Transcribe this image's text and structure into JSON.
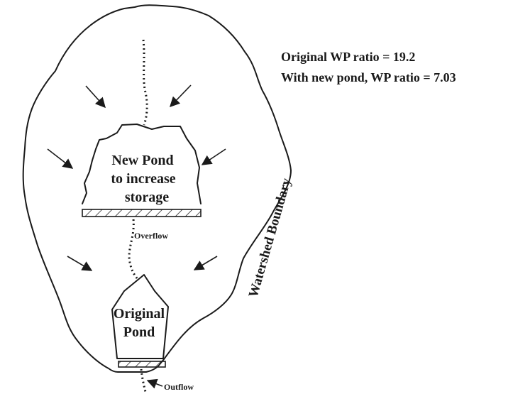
{
  "stats": {
    "original_ratio": "Original WP ratio = 19.2",
    "new_ratio": "With new pond, WP ratio = 7.03"
  },
  "new_pond": {
    "line1": "New Pond",
    "line2": "to increase",
    "line3": "storage"
  },
  "original_pond": {
    "line1": "Original",
    "line2": "Pond"
  },
  "labels": {
    "overflow": "Overflow",
    "outflow": "Outflow",
    "watershed_boundary": "Watershed Boundary"
  },
  "colors": {
    "ink": "#1a1a1a",
    "background": "#ffffff"
  }
}
